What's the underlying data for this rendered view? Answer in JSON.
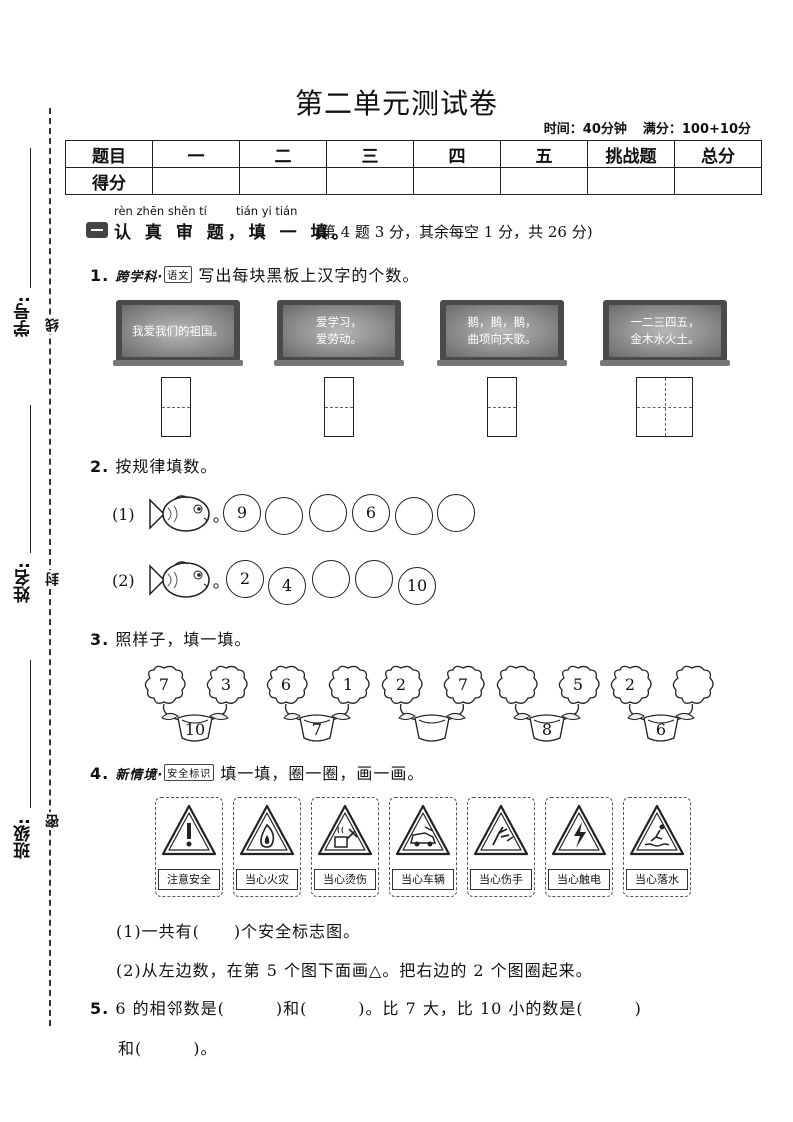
{
  "margin": {
    "student_id_label": "学号:",
    "name_label": "姓名:",
    "class_label": "班级:",
    "cut_marks": [
      "线",
      "封",
      "密"
    ]
  },
  "header": {
    "title": "第二单元测试卷",
    "time": "时间：40分钟",
    "full_score": "满分：100+10分"
  },
  "score_table": {
    "row1": [
      "题目",
      "一",
      "二",
      "三",
      "四",
      "五",
      "挑战题",
      "总分"
    ],
    "row2_label": "得分"
  },
  "section1": {
    "pinyin": [
      "rèn zhēn shěn  tí",
      "tián yi tián"
    ],
    "title": "认 真 审 题，填 一 填。",
    "note": "(第 4 题 3 分，其余每空 1 分，共 26 分)"
  },
  "q1": {
    "num": "1.",
    "tag_main": "跨学科",
    "tag_sub": "语文",
    "text": "写出每块黑板上汉字的个数。",
    "boards": [
      {
        "lines": [
          "我爱我们的祖国。"
        ]
      },
      {
        "lines": [
          "爱学习，",
          "爱劳动。"
        ]
      },
      {
        "lines": [
          "鹅，鹅，鹅，",
          "曲项向天歌。"
        ]
      },
      {
        "lines": [
          "一二三四五，",
          "金木水火土。"
        ]
      }
    ]
  },
  "q2": {
    "num": "2.",
    "text": "按规律填数。",
    "rows": [
      {
        "label": "(1)",
        "values": [
          "9",
          "",
          "",
          "6",
          "",
          ""
        ]
      },
      {
        "label": "(2)",
        "values": [
          "2",
          "4",
          "",
          "",
          "10"
        ]
      }
    ]
  },
  "q3": {
    "num": "3.",
    "text": "照样子，填一填。",
    "plants": [
      {
        "left": "7",
        "right": "3",
        "pot": "10"
      },
      {
        "left": "6",
        "right": "1",
        "pot": "7"
      },
      {
        "left": "2",
        "right": "7",
        "pot": ""
      },
      {
        "left": "",
        "right": "5",
        "pot": "8"
      },
      {
        "left": "2",
        "right": "",
        "pot": "6"
      }
    ]
  },
  "q4": {
    "num": "4.",
    "tag_main": "新情境",
    "tag_sub": "安全标识",
    "text": "填一填，圈一圈，画一画。",
    "signs": [
      {
        "icon": "exclamation-icon",
        "caption": "注意安全"
      },
      {
        "icon": "fire-icon",
        "caption": "当心火灾"
      },
      {
        "icon": "scald-icon",
        "caption": "当心烫伤"
      },
      {
        "icon": "vehicle-icon",
        "caption": "当心车辆"
      },
      {
        "icon": "hand-injury-icon",
        "caption": "当心伤手"
      },
      {
        "icon": "lightning-icon",
        "caption": "当心触电"
      },
      {
        "icon": "drowning-icon",
        "caption": "当心落水"
      }
    ],
    "sub1": "(1)一共有(　　)个安全标志图。",
    "sub2": "(2)从左边数，在第 5 个图下面画△。把右边的 2 个图圈起来。"
  },
  "q5": {
    "num": "5.",
    "line1": "6 的相邻数是(　　　)和(　　　)。比 7 大，比 10 小的数是(　　　)",
    "line2": "和(　　　)。"
  }
}
